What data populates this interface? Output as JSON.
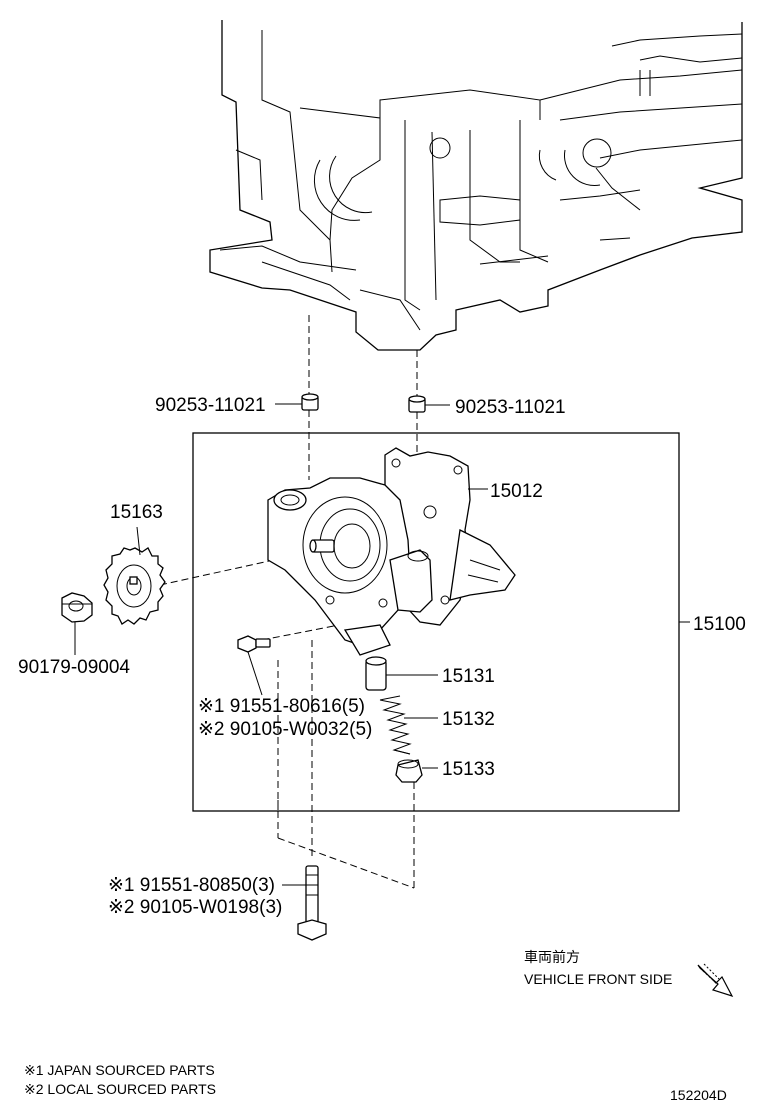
{
  "parts": {
    "p1": "90253-11021",
    "p2": "90253-11021",
    "p3": "15012",
    "p4": "15163",
    "p5": "15100",
    "p6": "90179-09004",
    "p7": "15131",
    "p8": "15132",
    "p9": "15133",
    "p10a": "※1 91551-80616(5)",
    "p10b": "※2 90105-W0032(5)",
    "p11a": "※1 91551-80850(3)",
    "p11b": "※2 90105-W0198(3)"
  },
  "direction": {
    "jp": "車両前方",
    "en": "VEHICLE FRONT SIDE"
  },
  "notes": {
    "n1": "※1 JAPAN SOURCED PARTS",
    "n2": "※2 LOCAL SOURCED PARTS"
  },
  "figure_id": "152204D"
}
